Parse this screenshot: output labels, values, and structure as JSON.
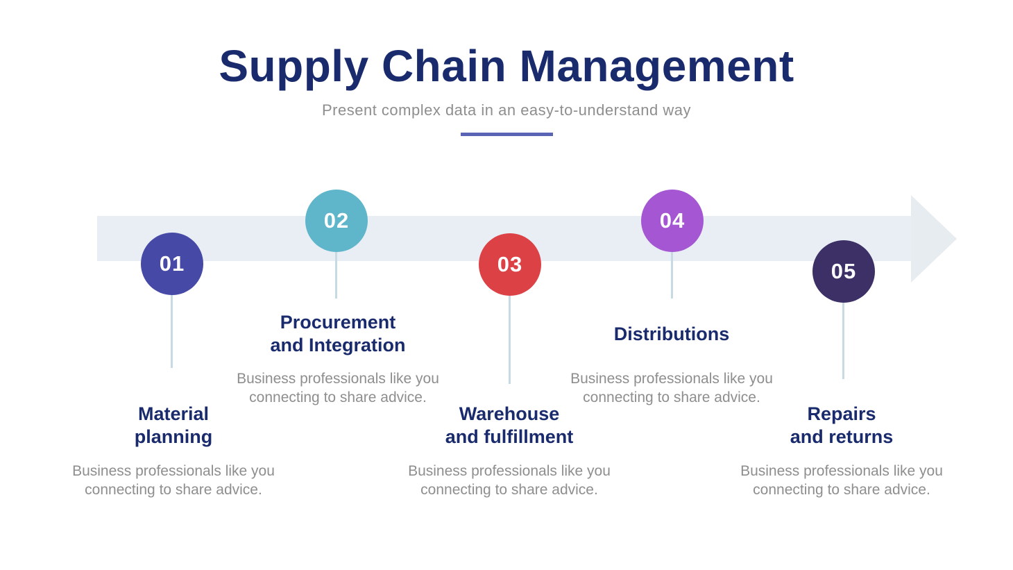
{
  "header": {
    "title": "Supply Chain Management",
    "subtitle": "Present complex data in an easy-to-understand way"
  },
  "colors": {
    "heading_navy": "#1a2b6d",
    "body_gray": "#8e8e8e",
    "underline": "#5a64b4",
    "band": "#e9eef5",
    "connector": "#c7d9e2",
    "step_colors": [
      "#4749a7",
      "#5fb5ca",
      "#dc4146",
      "#a557d3",
      "#3c3067"
    ]
  },
  "timeline": {
    "steps": [
      {
        "number": "01",
        "title": "Material\nplanning",
        "description": "Business professionals like you connecting to share advice.",
        "position": "below"
      },
      {
        "number": "02",
        "title": "Procurement\nand Integration",
        "description": "Business professionals like you connecting to share advice.",
        "position": "above"
      },
      {
        "number": "03",
        "title": "Warehouse\nand fulfillment",
        "description": "Business professionals like you connecting to share advice.",
        "position": "below"
      },
      {
        "number": "04",
        "title": "Distributions",
        "description": "Business professionals like you connecting to share advice.",
        "position": "above"
      },
      {
        "number": "05",
        "title": "Repairs\nand returns",
        "description": "Business professionals like you connecting to share advice.",
        "position": "below"
      }
    ]
  }
}
